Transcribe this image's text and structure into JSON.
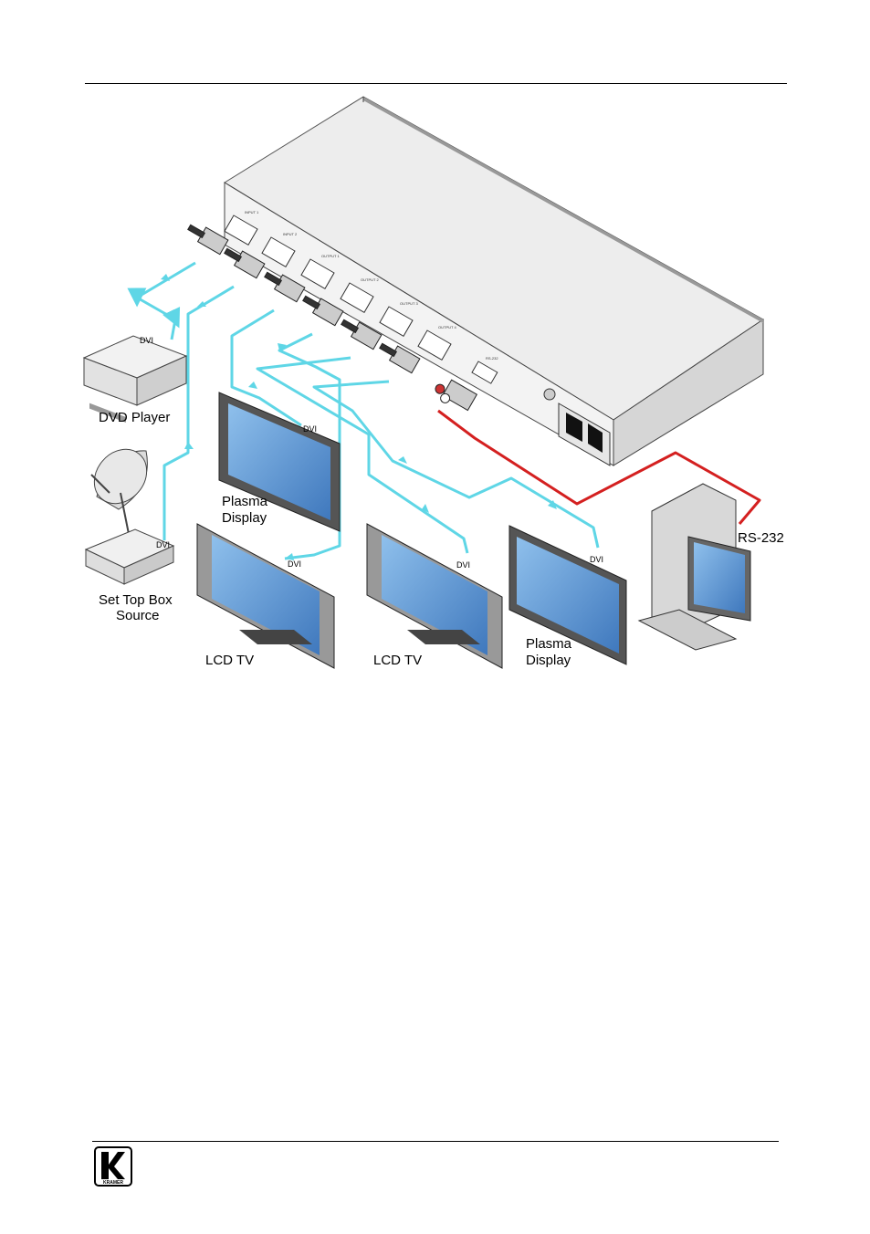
{
  "devices": {
    "dvd_player": "DVD Player",
    "set_top_box_line1": "Set Top Box",
    "set_top_box_line2": "Source",
    "plasma_1_line1": "Plasma",
    "plasma_1_line2": "Display",
    "plasma_2_line1": "Plasma",
    "plasma_2_line2": "Display",
    "lcd_tv_1": "LCD TV",
    "lcd_tv_2": "LCD TV"
  },
  "connections": {
    "dvi": "DVI",
    "rs232": "RS-232"
  },
  "panel_ports": [
    "INPUT 1",
    "INPUT 2",
    "OUTPUT 1",
    "OUTPUT 2",
    "OUTPUT 3",
    "OUTPUT 4",
    "RS-232"
  ],
  "logo": {
    "brand": "KRAMER"
  },
  "colors": {
    "dvi_cable": "#5fd6e6",
    "rs232_cable": "#d42020",
    "screen": "#6aa0d8"
  }
}
